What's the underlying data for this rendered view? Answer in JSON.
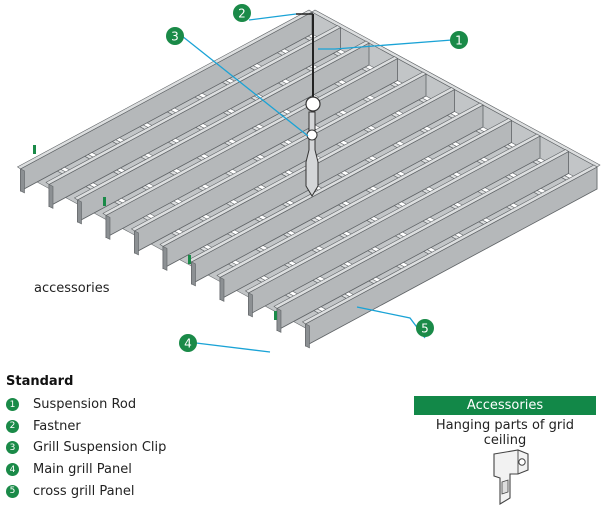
{
  "callouts": [
    {
      "number": "1",
      "label": "Suspension Rod"
    },
    {
      "number": "2",
      "label": "Fastner"
    },
    {
      "number": "3",
      "label": "Grill Suspension Clip"
    },
    {
      "number": "4",
      "label": "Main grill Panel"
    },
    {
      "number": "5",
      "label": "cross grill Panel"
    }
  ],
  "left_label": "accessories",
  "legend": {
    "title": "Standard",
    "items": [
      {
        "number": "1",
        "label": "Suspension Rod"
      },
      {
        "number": "2",
        "label": "Fastner"
      },
      {
        "number": "3",
        "label": "Grill Suspension Clip"
      },
      {
        "number": "4",
        "label": "Main grill Panel"
      },
      {
        "number": "5",
        "label": "cross grill Panel"
      }
    ]
  },
  "accessories_box": {
    "title": "Accessories",
    "caption": "Hanging parts of grid ceiling"
  },
  "colors": {
    "callout_green": "#1a8a48",
    "leader_blue": "#1aa3d6",
    "panel_grey": "#b5b8ba",
    "box_green": "#128848"
  }
}
